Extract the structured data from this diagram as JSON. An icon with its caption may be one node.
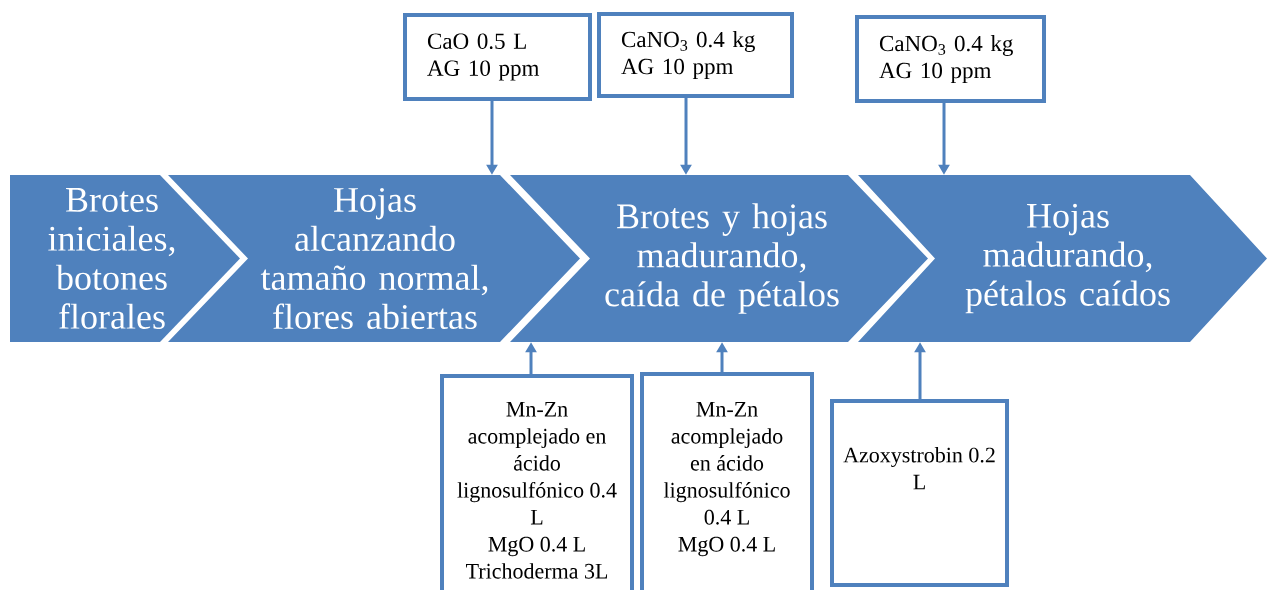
{
  "diagram": {
    "nodes": [
      {
        "text": [
          "Brotes iniciales, botones florales"
        ]
      },
      {
        "text": [
          "Hojas alcanzando tamaño normal, flores abiertas"
        ]
      },
      {
        "text": [
          "Brotes y hojas madurando, caída de pétalos"
        ]
      },
      {
        "text": [
          "Hojas madurando, pétalos caídos"
        ]
      },
      {
        "text": [
          "CaO 0.5 L",
          "AG 10 ppm"
        ]
      },
      {
        "text": [
          "CaNO$_{3}$ 0.4 kg",
          "AG 10 ppm"
        ]
      },
      {
        "text": [
          "CaNO$_{3}$ 0.4 kg",
          "AG 10 ppm"
        ]
      },
      {
        "text": [
          "Mn-Zn acomplejado en ácido lignosulfónico 0.4 L",
          "MgO 0.4 L",
          "Trichoderma 3L"
        ]
      },
      {
        "text": [
          "Mn-Zn acomplejado en ácido lignosulfónico 0.4 L",
          "MgO 0.4 L"
        ]
      },
      {
        "text": [
          "Azoxystrobin 0.2 L"
        ]
      }
    ],
    "edges": [
      {
        "from": 4,
        "to": 1,
        "arrow": "to"
      },
      {
        "from": 5,
        "to": 2,
        "arrow": "to"
      },
      {
        "from": 6,
        "to": 3,
        "arrow": "to"
      },
      {
        "from": 7,
        "to": 2,
        "arrow": "to"
      },
      {
        "from": 8,
        "to": 2,
        "arrow": "to"
      },
      {
        "from": 9,
        "to": 3,
        "arrow": "to"
      }
    ]
  }
}
